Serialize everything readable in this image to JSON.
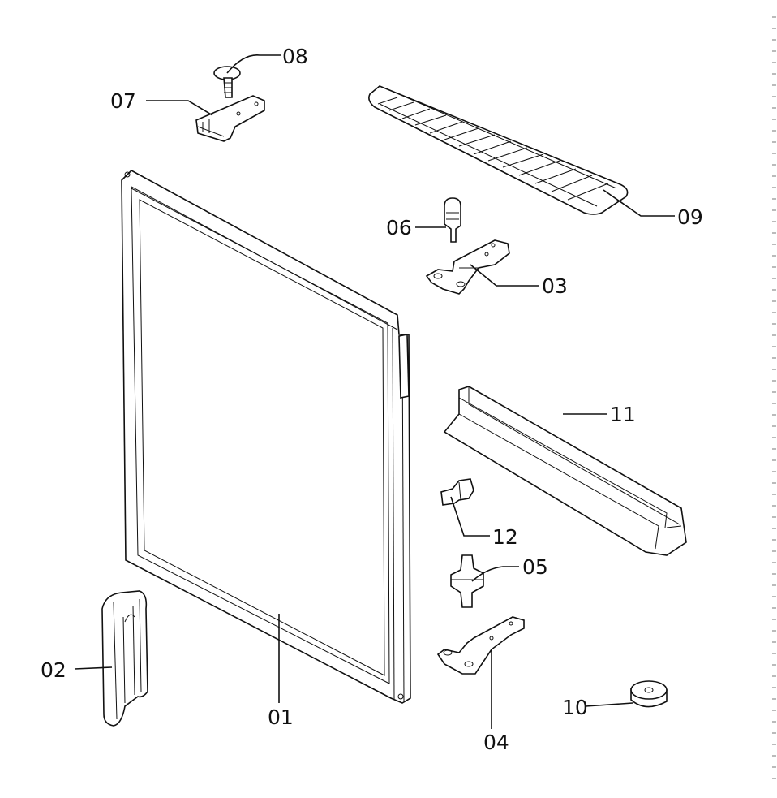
{
  "diagram": {
    "parts": [
      {
        "id": "01",
        "label": "01",
        "name": "door-panel"
      },
      {
        "id": "02",
        "label": "02",
        "name": "door-handle"
      },
      {
        "id": "03",
        "label": "03",
        "name": "upper-hinge"
      },
      {
        "id": "04",
        "label": "04",
        "name": "lower-hinge"
      },
      {
        "id": "05",
        "label": "05",
        "name": "hinge-pin"
      },
      {
        "id": "06",
        "label": "06",
        "name": "hinge-bushing"
      },
      {
        "id": "07",
        "label": "07",
        "name": "door-stop-bracket"
      },
      {
        "id": "08",
        "label": "08",
        "name": "screw"
      },
      {
        "id": "09",
        "label": "09",
        "name": "wire-shelf"
      },
      {
        "id": "10",
        "label": "10",
        "name": "adjustable-foot"
      },
      {
        "id": "11",
        "label": "11",
        "name": "bottom-grille"
      },
      {
        "id": "12",
        "label": "12",
        "name": "clip"
      }
    ]
  }
}
